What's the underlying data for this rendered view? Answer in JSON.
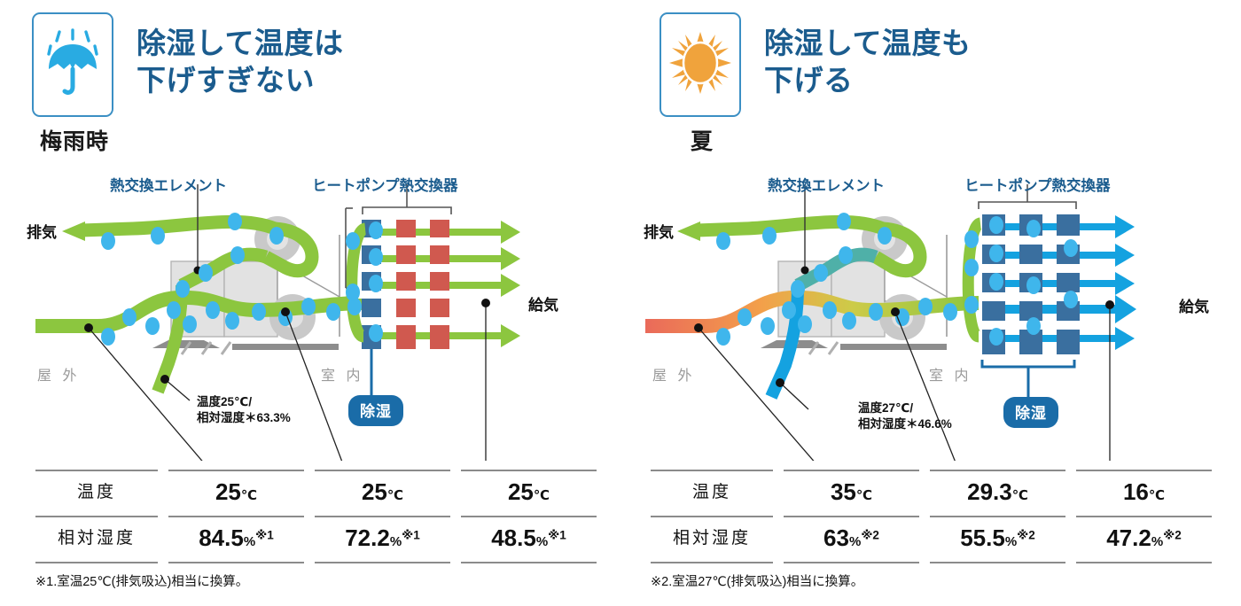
{
  "panels": [
    {
      "id": "left",
      "icon": "umbrella-rain-icon",
      "season": "梅雨時",
      "headline": "除湿して温度は\n下げすぎない",
      "diagram": {
        "label_element": "熱交換エレメント",
        "label_heatpump": "ヒートポンプ熱交換器",
        "label_exhaust": "排気",
        "label_supply": "給気",
        "label_outdoor": "屋 外",
        "label_indoor": "室 内",
        "badge_dehumidify": "除湿",
        "annotation": "温度25℃/\n相対湿度＊63.3%",
        "intake_color": "#8cc63f",
        "supply_color": "#8cc63f",
        "exchanger_cold_color": "#3a6f9f",
        "exchanger_hot_color": "#d0594f"
      },
      "table": {
        "rows": [
          {
            "header": "温度",
            "cells": [
              {
                "value": "25",
                "unit": "℃",
                "sup": ""
              },
              {
                "value": "25",
                "unit": "℃",
                "sup": ""
              },
              {
                "value": "25",
                "unit": "℃",
                "sup": ""
              }
            ]
          },
          {
            "header": "相対湿度",
            "cells": [
              {
                "value": "84.5",
                "unit": "%",
                "sup": "※1"
              },
              {
                "value": "72.2",
                "unit": "%",
                "sup": "※1"
              },
              {
                "value": "48.5",
                "unit": "%",
                "sup": "※1"
              }
            ]
          }
        ]
      },
      "footnote": "※1.室温25℃(排気吸込)相当に換算。"
    },
    {
      "id": "right",
      "icon": "sun-icon",
      "season": "夏",
      "headline": "除湿して温度も\n下げる",
      "diagram": {
        "label_element": "熱交換エレメント",
        "label_heatpump": "ヒートポンプ熱交換器",
        "label_exhaust": "排気",
        "label_supply": "給気",
        "label_outdoor": "屋 外",
        "label_indoor": "室 内",
        "badge_dehumidify": "除湿",
        "annotation": "温度27℃/\n相対湿度＊46.6%",
        "intake_color": "#ea6a5a",
        "supply_color": "#14a2e0",
        "exchanger_cold_color": "#3a6f9f",
        "exchanger_hot_color": "#3a6f9f"
      },
      "table": {
        "rows": [
          {
            "header": "温度",
            "cells": [
              {
                "value": "35",
                "unit": "℃",
                "sup": ""
              },
              {
                "value": "29.3",
                "unit": "℃",
                "sup": ""
              },
              {
                "value": "16",
                "unit": "℃",
                "sup": ""
              }
            ]
          },
          {
            "header": "相対湿度",
            "cells": [
              {
                "value": "63",
                "unit": "%",
                "sup": "※2"
              },
              {
                "value": "55.5",
                "unit": "%",
                "sup": "※2"
              },
              {
                "value": "47.2",
                "unit": "%",
                "sup": "※2"
              }
            ]
          }
        ]
      },
      "footnote": "※2.室温27℃(排気吸込)相当に換算。"
    }
  ],
  "colors": {
    "accent_blue": "#1b5c8e",
    "icon_blue": "#29abe2",
    "icon_orange": "#f0a33c",
    "border_blue": "#3b8fc4",
    "green": "#8cc63f",
    "pill_blue": "#1a6ca8",
    "gray_text": "#9a9a9a",
    "rule_gray": "#8b8b8b"
  }
}
